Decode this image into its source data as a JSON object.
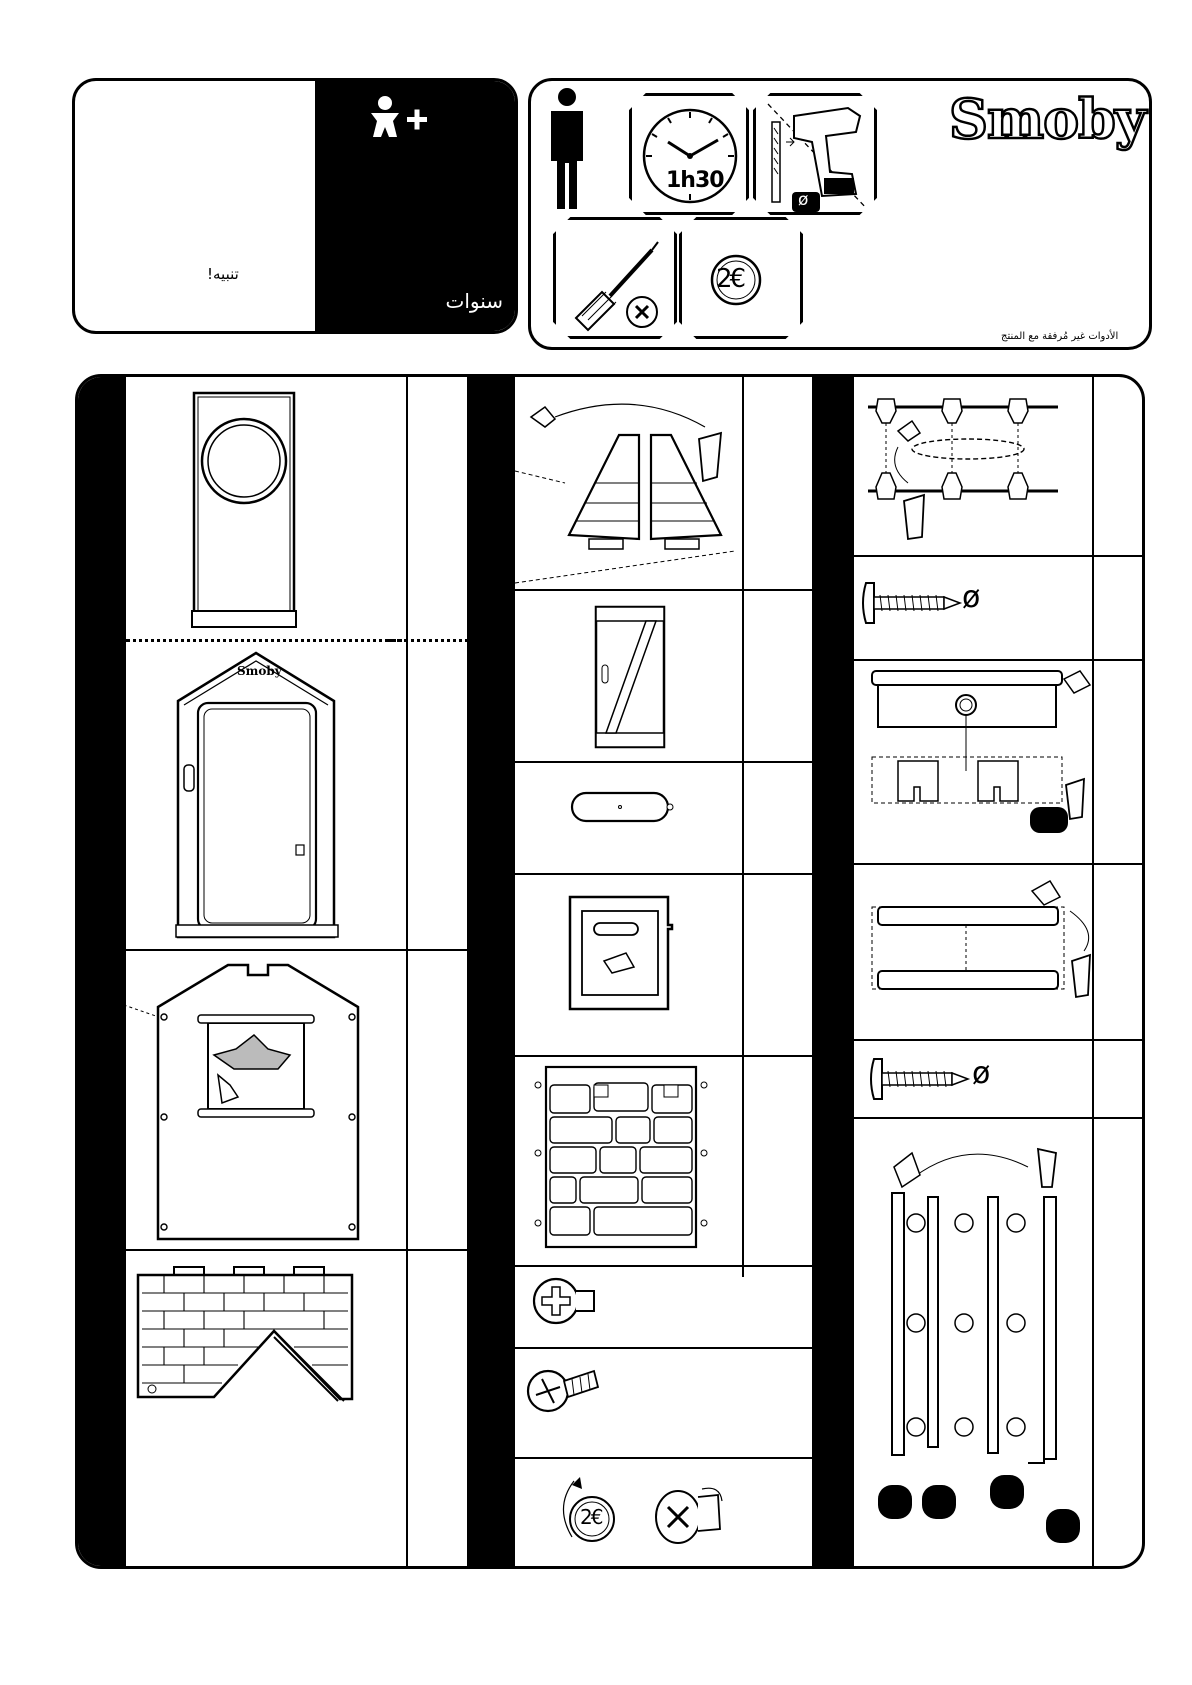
{
  "header": {
    "warning_label": "تنبيه!",
    "age_unit_label": "سنوات",
    "brand_logo_text": "Smoby",
    "time_label": "1h30",
    "coin_label": "2€",
    "diameter_symbol": "ø",
    "tools_note": "الأدوات غير مُرفقة مع المنتج"
  },
  "steps": {
    "coin_label": "2€",
    "door_logo_text": "Smoby",
    "diameter_symbol": "ø"
  }
}
